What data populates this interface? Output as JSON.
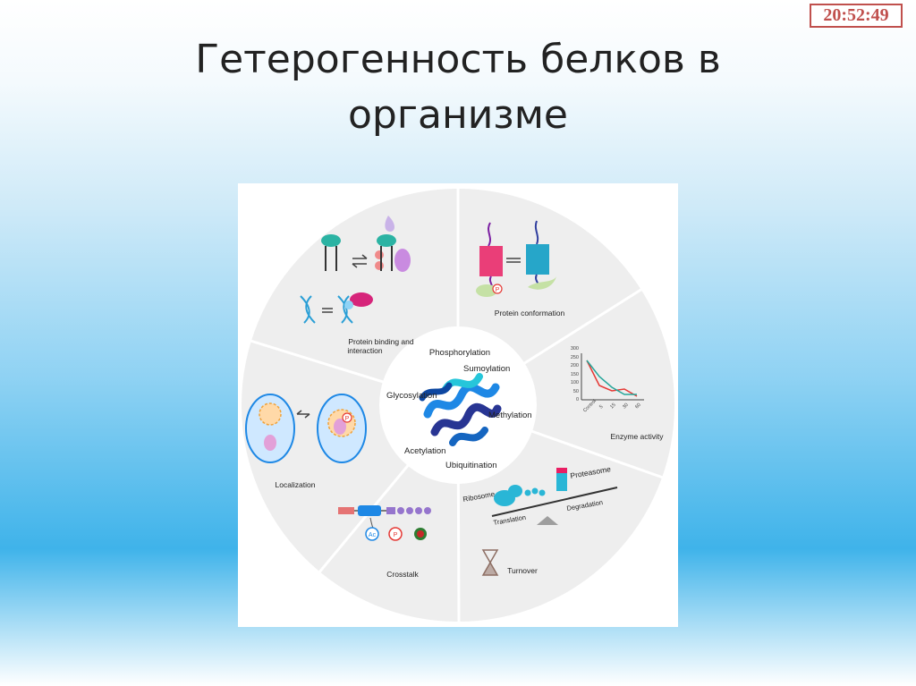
{
  "clock": "20:52:49",
  "title_line1": "Гетерогенность белков в",
  "title_line2": "организме",
  "diagram": {
    "center_labels": {
      "phosphorylation": "Phosphorylation",
      "sumoylation": "Sumoylation",
      "glycosylation": "Glycosylation",
      "methylation": "Methylation",
      "acetylation": "Acetylation",
      "ubiquitination": "Ubiquitination"
    },
    "segments": {
      "protein_binding_1": "Protein binding and",
      "protein_binding_2": "interaction",
      "protein_conformation": "Protein conformation",
      "enzyme_activity": "Enzyme activity",
      "turnover": "Turnover",
      "crosstalk": "Crosstalk",
      "localization": "Localization"
    },
    "badges": {
      "p": "P",
      "ac": "Ac"
    },
    "turnover_panel": {
      "ribosome": "Ribosome",
      "proteasome": "Proteasome",
      "translation": "Translation",
      "degradation": "Degradation"
    },
    "chart_axis": {
      "y_ticks": [
        "300",
        "250",
        "200",
        "150",
        "100",
        "50",
        "0"
      ],
      "x_ticks": [
        "Control",
        "5",
        "15",
        "30",
        "60"
      ]
    }
  },
  "colors": {
    "clock_border": "#c0504d",
    "panel_bg": "#ffffff",
    "wheel": "#eeeeee",
    "segment_line": "#ffffff",
    "center": "#ffffff"
  }
}
